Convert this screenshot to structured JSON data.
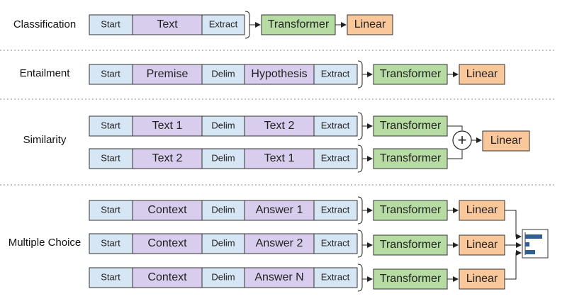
{
  "colors": {
    "token_start": "#d6e6f5",
    "token_text": "#d9cdee",
    "transformer": "#b6dca3",
    "linear": "#f9c79a",
    "stroke": "#333333"
  },
  "rows": {
    "classification": {
      "label": "Classification",
      "tokens": [
        "Start",
        "Text",
        "Extract"
      ],
      "transformer": "Transformer",
      "linear": "Linear"
    },
    "entailment": {
      "label": "Entailment",
      "tokens": [
        "Start",
        "Premise",
        "Delim",
        "Hypothesis",
        "Extract"
      ],
      "transformer": "Transformer",
      "linear": "Linear"
    },
    "similarity": {
      "label": "Similarity",
      "seq1": [
        "Start",
        "Text 1",
        "Delim",
        "Text 2",
        "Extract"
      ],
      "seq2": [
        "Start",
        "Text 2",
        "Delim",
        "Text 1",
        "Extract"
      ],
      "transformer1": "Transformer",
      "transformer2": "Transformer",
      "plus": "+",
      "linear": "Linear"
    },
    "multiple_choice": {
      "label": "Multiple Choice",
      "seq1": [
        "Start",
        "Context",
        "Delim",
        "Answer 1",
        "Extract"
      ],
      "seq2": [
        "Start",
        "Context",
        "Delim",
        "Answer 2",
        "Extract"
      ],
      "seqN": [
        "Start",
        "Context",
        "Delim",
        "Answer N",
        "Extract"
      ],
      "transformer": "Transformer",
      "linear": "Linear",
      "softmax_icon": "bar-chart-icon"
    }
  }
}
